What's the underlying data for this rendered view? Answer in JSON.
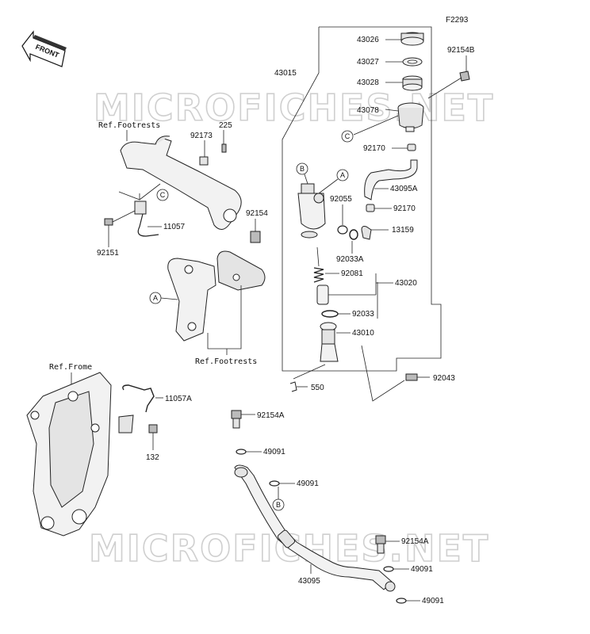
{
  "figure_code": "F2293",
  "front_badge": "FRONT",
  "watermark": "MICROFICHES.NET",
  "callouts": {
    "A": "A",
    "B": "B",
    "C": "C"
  },
  "labels": {
    "43026": "43026",
    "43027": "43027",
    "43028": "43028",
    "43078": "43078",
    "43015": "43015",
    "92154B": "92154B",
    "92170_top": "92170",
    "43095A": "43095A",
    "92055": "92055",
    "92170_mid": "92170",
    "13159": "13159",
    "92033A": "92033A",
    "92081": "92081",
    "43020": "43020",
    "92033": "92033",
    "43010": "43010",
    "550": "550",
    "92043": "92043",
    "225": "225",
    "92173": "92173",
    "11057": "11057",
    "92151": "92151",
    "92154": "92154",
    "11057A": "11057A",
    "132": "132",
    "92154A_top": "92154A",
    "49091_a": "49091",
    "49091_b": "49091",
    "92154A_bot": "92154A",
    "49091_c": "49091",
    "43095": "43095",
    "49091_d": "49091"
  },
  "refs": {
    "footrests_top": "Ref.Footrests",
    "footrests_mid": "Ref.Footrests",
    "frame": "Ref.Frome"
  }
}
